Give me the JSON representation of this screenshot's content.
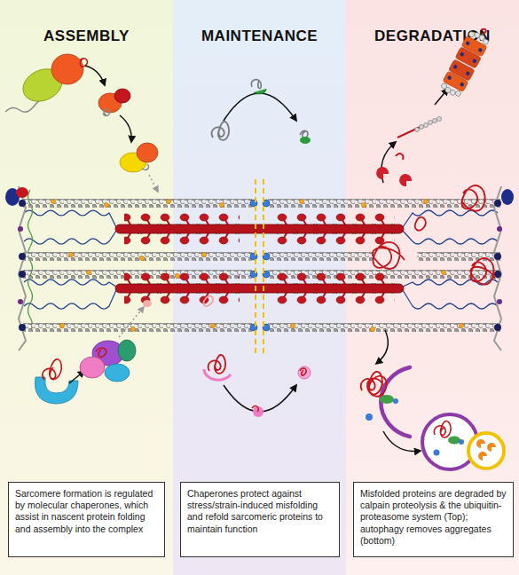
{
  "diagram": {
    "nodes": [
      {
        "text": [
          "ASSEMBLY"
        ]
      },
      {
        "text": [
          "Sarcomere formation is regulated by molecular chaperones, which assist in nascent protein folding and assembly into the complex"
        ],
        "in": 0
      },
      {
        "text": [
          "MAINTENANCE"
        ]
      },
      {
        "text": [
          "Chaperones protect against stress/strain-induced misfolding and refold sarcomeric proteins to maintain function"
        ],
        "in": 2
      },
      {
        "text": [
          "DEGRADATION"
        ]
      },
      {
        "text": [
          "Misfolded proteins are degraded by calpain proteolysis & the ubiquitin-proteasome system (Top); autophagy removes aggregates (bottom)"
        ],
        "in": 4
      }
    ]
  }
}
